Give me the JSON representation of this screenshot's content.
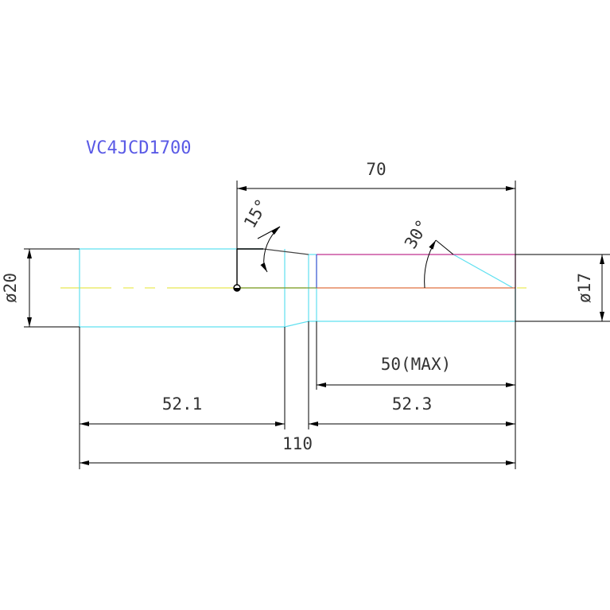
{
  "drawing": {
    "title": "VC4JCD1700",
    "dimensions": {
      "overall_length": "110",
      "top_length": "70",
      "left_section": "52.1",
      "right_section": "52.3",
      "max_depth": "50(MAX)",
      "left_diameter": "ø20",
      "right_diameter": "ø17",
      "chamfer_angle": "15°",
      "drill_angle": "30°"
    },
    "colors": {
      "part_outline": "#5fe0f0",
      "centerline": "#e8e850",
      "dimension_lines": "#000000",
      "bore_outline": "#c0308f",
      "bore_axis": "#e07040",
      "title": "#5a5ae6"
    }
  }
}
